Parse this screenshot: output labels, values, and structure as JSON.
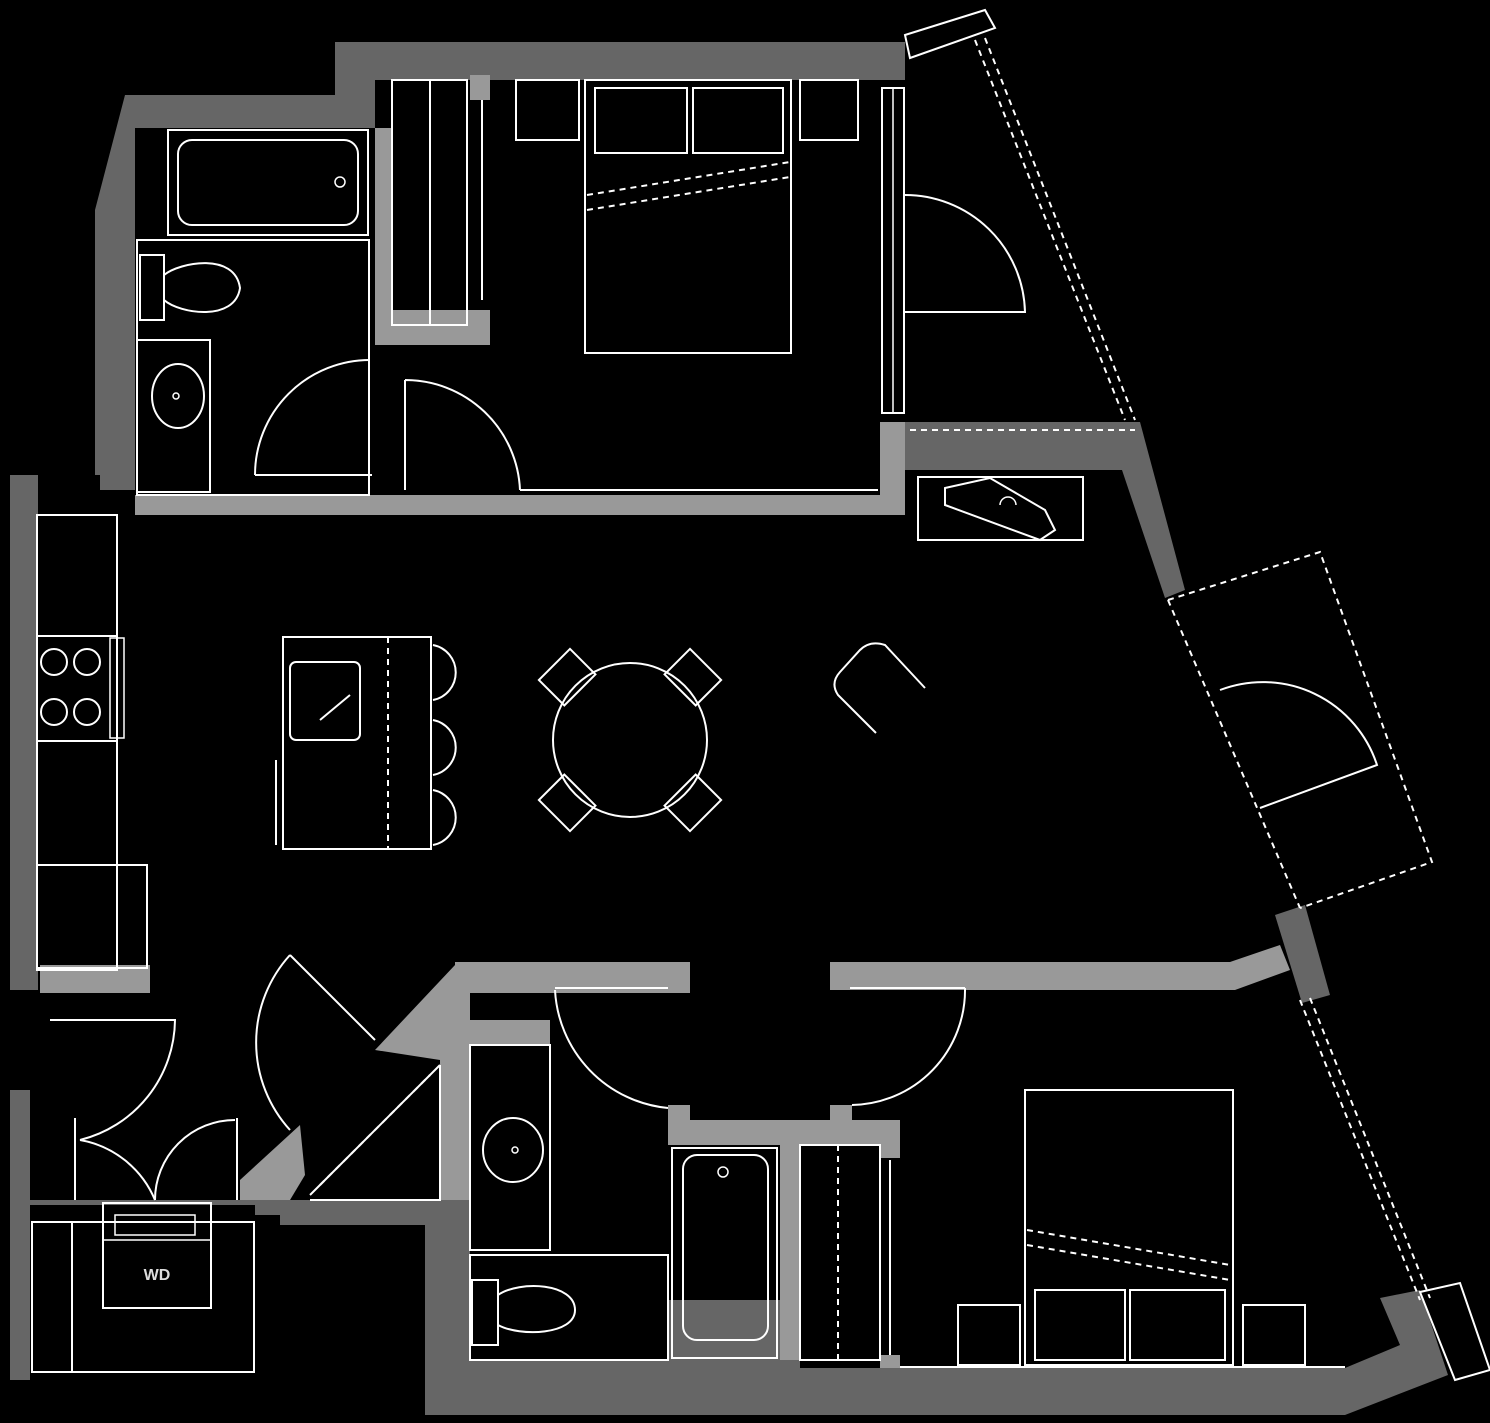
{
  "plan": {
    "type": "apartment-floor-plan",
    "bedrooms": 2,
    "bathrooms": 2,
    "colors": {
      "background": "#000000",
      "exterior_wall": "#666666",
      "interior_wall": "#999999",
      "fixture_line": "#ffffff"
    },
    "rooms": [
      {
        "id": "bath-1",
        "fixtures": [
          "bathtub",
          "toilet",
          "sink-vanity"
        ]
      },
      {
        "id": "bedroom-1",
        "fixtures": [
          "bed",
          "nightstand",
          "nightstand",
          "closet-sliding"
        ]
      },
      {
        "id": "balcony-1",
        "fixtures": [
          "swing-door"
        ]
      },
      {
        "id": "living-dining",
        "fixtures": [
          "round-table",
          "chair",
          "chair",
          "chair",
          "chair",
          "lounge-chair",
          "fireplace-unit"
        ]
      },
      {
        "id": "kitchen",
        "fixtures": [
          "cooktop-range",
          "refrigerator",
          "island-with-sink",
          "bar-stool",
          "bar-stool",
          "bar-stool"
        ]
      },
      {
        "id": "balcony-2",
        "fixtures": [
          "swing-door"
        ]
      },
      {
        "id": "laundry",
        "fixtures": [
          "washer-dryer"
        ]
      },
      {
        "id": "entry-closet",
        "fixtures": [
          "closet-door"
        ]
      },
      {
        "id": "bath-2",
        "fixtures": [
          "sink-vanity",
          "toilet",
          "bathtub"
        ]
      },
      {
        "id": "bedroom-2",
        "fixtures": [
          "bed",
          "nightstand",
          "nightstand",
          "closet-sliding"
        ]
      }
    ],
    "labels": {
      "washer_dryer": "WD"
    }
  }
}
